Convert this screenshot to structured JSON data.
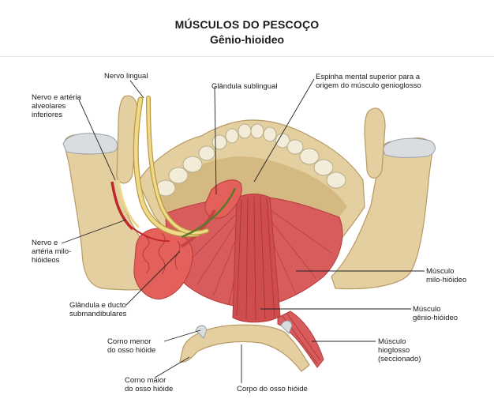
{
  "header": {
    "title": "MÚSCULOS DO PESCOÇO",
    "subtitle": "Gênio-hioideo"
  },
  "labels": {
    "lingual_nerve": [
      "Nervo lingual"
    ],
    "inferior_alveolar": [
      "Nervo e artéria",
      "alveolares",
      "inferiores"
    ],
    "sublingual_gland": [
      "Glândula sublingual"
    ],
    "mental_spine": [
      "Espinha mental superior para a",
      "origem do músculo genioglosso"
    ],
    "mylohyoid_nerve": [
      "Nervo e",
      "artéria milo-",
      "hióideos"
    ],
    "submandibular": [
      "Glândula e ducto",
      "submandibulares"
    ],
    "mylohyoid_muscle": [
      "Músculo",
      "milo-hióideo"
    ],
    "geniohyoid_muscle": [
      "Músculo",
      "gênio-hióideo"
    ],
    "lesser_horn": [
      "Corno menor",
      "do osso hióide"
    ],
    "hyoglossus": [
      "Músculo",
      "hioglosso",
      "(seccionado)"
    ],
    "greater_horn": [
      "Corno maior",
      "do osso hióide"
    ],
    "hyoid_body": [
      "Corpo do osso hióide"
    ]
  },
  "colors": {
    "bone": "#e3cfa0",
    "bone_shadow": "#b89a66",
    "muscle": "#d85c5c",
    "muscle_dark": "#b33a3a",
    "gland": "#e4605a",
    "nerve": "#f0d98a",
    "nerve_green": "#5a7a2a",
    "artery": "#c0282a",
    "teeth": "#f2ecd8",
    "leader": "#222222"
  }
}
